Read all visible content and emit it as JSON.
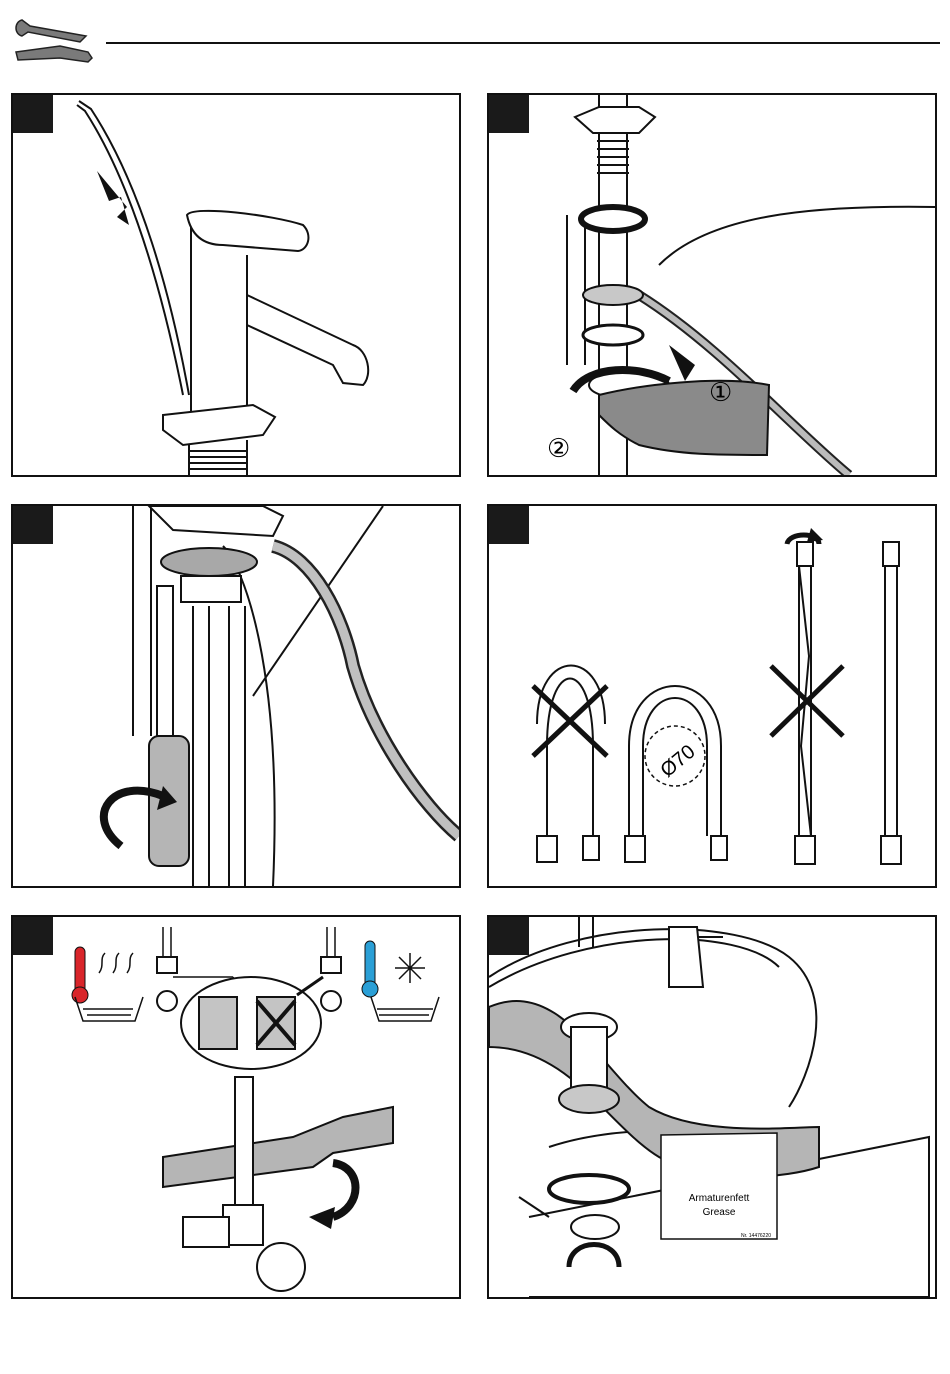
{
  "header": {
    "icon": "wrench-screwdriver-icon"
  },
  "panels": [
    {
      "id": "p1",
      "icon": "faucet-icon"
    },
    {
      "id": "p2",
      "icon": "mounting-hardware-icon",
      "callouts": [
        "①",
        "②"
      ]
    },
    {
      "id": "p3",
      "icon": "screwdriver-icon"
    },
    {
      "id": "p4",
      "icon": "hose-bending-icon",
      "diameter_label": "Ø70"
    },
    {
      "id": "p5",
      "icon": "angle-valve-icon"
    },
    {
      "id": "p6",
      "icon": "drain-assembly-icon",
      "grease_box": {
        "line1": "Armaturenfett",
        "line2": "Grease",
        "part_number": "Nr. 14476220"
      }
    }
  ],
  "colors": {
    "line": "#111111",
    "gray_fill": "#b5b5b5",
    "dark_gray": "#8a8a8a",
    "hot": "#d9252a",
    "cold": "#2a9fd6"
  }
}
